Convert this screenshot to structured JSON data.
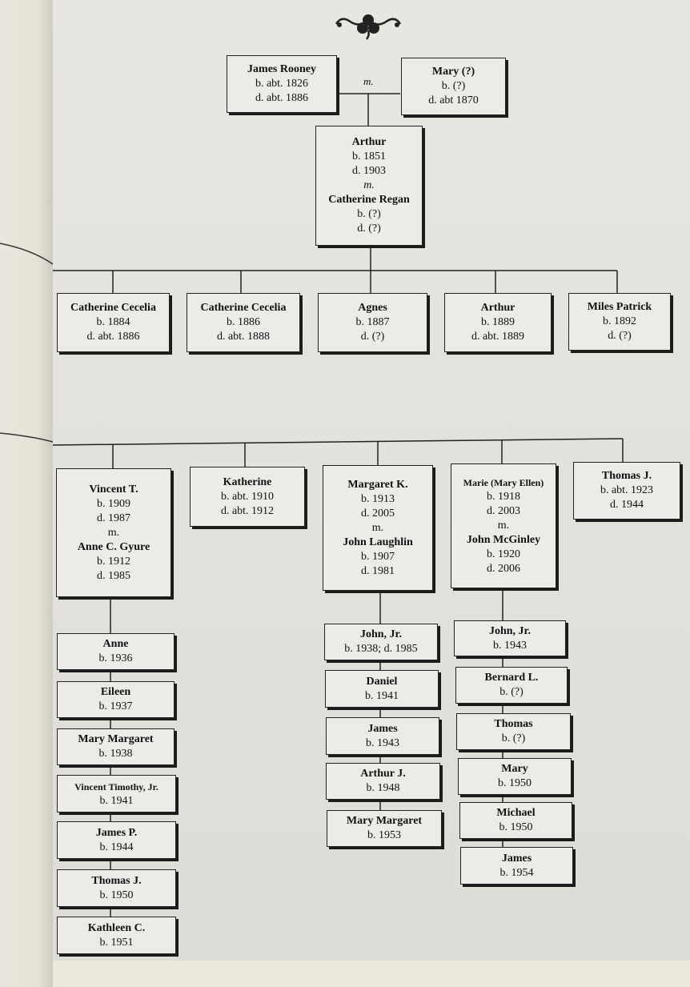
{
  "generation1": {
    "father": {
      "name": "James Rooney",
      "born": "b. abt. 1826",
      "died": "d. abt. 1886"
    },
    "marriage": "m.",
    "mother": {
      "name": "Mary (?)",
      "born": "b. (?)",
      "died": "d. abt 1870"
    }
  },
  "generation2": {
    "name": "Arthur",
    "born": "b. 1851",
    "died": "d. 1903",
    "marriage": "m.",
    "spouse": "Catherine Regan",
    "spouse_born": "b. (?)",
    "spouse_died": "d. (?)"
  },
  "children_row1": [
    {
      "name": "Catherine Cecelia",
      "born": "b. 1884",
      "died": "d. abt. 1886"
    },
    {
      "name": "Catherine Cecelia",
      "born": "b. 1886",
      "died": "d. abt. 1888"
    },
    {
      "name": "Agnes",
      "born": "b. 1887",
      "died": "d. (?)"
    },
    {
      "name": "Arthur",
      "born": "b. 1889",
      "died": "d. abt. 1889"
    },
    {
      "name": "Miles Patrick",
      "born": "b. 1892",
      "died": "d. (?)"
    }
  ],
  "vincent": {
    "name": "Vincent T.",
    "born": "b. 1909",
    "died": "d. 1987",
    "marriage": "m.",
    "spouse": "Anne C. Gyure",
    "spouse_born": "b. 1912",
    "spouse_died": "d. 1985"
  },
  "katherine": {
    "name": "Katherine",
    "born": "b. abt. 1910",
    "died": "d. abt. 1912"
  },
  "margaret": {
    "name": "Margaret K.",
    "born": "b. 1913",
    "died": "d. 2005",
    "marriage": "m.",
    "spouse": "John Laughlin",
    "spouse_born": "b. 1907",
    "spouse_died": "d. 1981"
  },
  "marie": {
    "name": "Marie (Mary Ellen)",
    "born": "b. 1918",
    "died": "d. 2003",
    "marriage": "m.",
    "spouse": "John McGinley",
    "spouse_born": "b. 1920",
    "spouse_died": "d. 2006"
  },
  "thomas": {
    "name": "Thomas J.",
    "born": "b. abt. 1923",
    "died": "d. 1944"
  },
  "vincent_children": [
    {
      "name": "Anne",
      "born": "b. 1936"
    },
    {
      "name": "Eileen",
      "born": "b. 1937"
    },
    {
      "name": "Mary Margaret",
      "born": "b. 1938"
    },
    {
      "name": "Vincent Timothy, Jr.",
      "born": "b. 1941"
    },
    {
      "name": "James P.",
      "born": "b. 1944"
    },
    {
      "name": "Thomas J.",
      "born": "b. 1950"
    },
    {
      "name": "Kathleen C.",
      "born": "b. 1951"
    }
  ],
  "laughlin_children": [
    {
      "name": "John, Jr.",
      "born": "b. 1938; d. 1985"
    },
    {
      "name": "Daniel",
      "born": "b. 1941"
    },
    {
      "name": "James",
      "born": "b. 1943"
    },
    {
      "name": "Arthur J.",
      "born": "b. 1948"
    },
    {
      "name": "Mary Margaret",
      "born": "b. 1953"
    }
  ],
  "mcginley_children": [
    {
      "name": "John, Jr.",
      "born": "b. 1943"
    },
    {
      "name": "Bernard L.",
      "born": "b. (?)"
    },
    {
      "name": "Thomas",
      "born": "b. (?)"
    },
    {
      "name": "Mary",
      "born": "b. 1950"
    },
    {
      "name": "Michael",
      "born": "b. 1950"
    },
    {
      "name": "James",
      "born": "b. 1954"
    }
  ]
}
